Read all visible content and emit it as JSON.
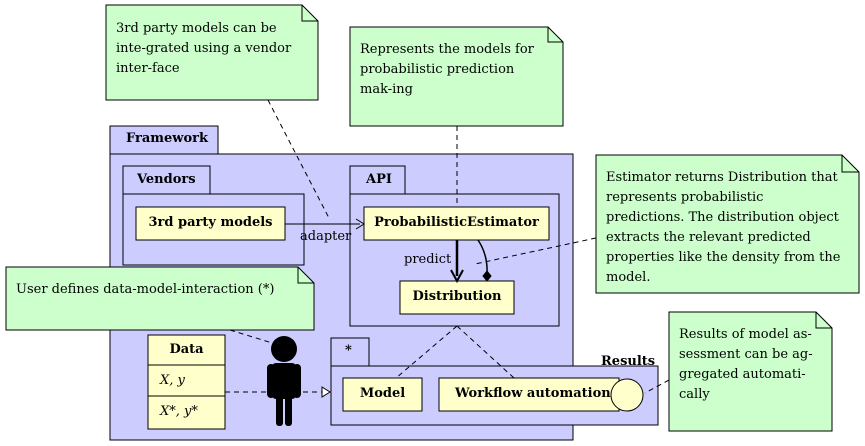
{
  "notes": {
    "vendor": "3rd party models can be inte-grated using a vendor inter-face",
    "api": "Represents the models for probabilistic prediction mak-ing",
    "estimator": "Estimator returns Distribution that represents probabilistic predictions. The distribution object extracts the relevant predicted properties like the density from the model.",
    "user": "User defines data-model-interaction (*)",
    "results": "Results of model as-sessment can be ag-gregated automati-cally"
  },
  "packages": {
    "framework": "Framework",
    "vendors": "Vendors",
    "api": "API",
    "star": "*"
  },
  "classes": {
    "third_party": "3rd party models",
    "estimator": "ProbabilisticEstimator",
    "distribution": "Distribution",
    "model": "Model",
    "workflow": "Workflow automation",
    "data": "Data",
    "data_xy": "X, y",
    "data_xy_star": "X*, y*"
  },
  "edges": {
    "adapter": "adapter",
    "predict": "predict",
    "results": "Results"
  },
  "colors": {
    "package_fill": "#ccccff",
    "class_fill": "#ffffcc",
    "note_fill": "#ccffcc",
    "line": "#000000"
  }
}
